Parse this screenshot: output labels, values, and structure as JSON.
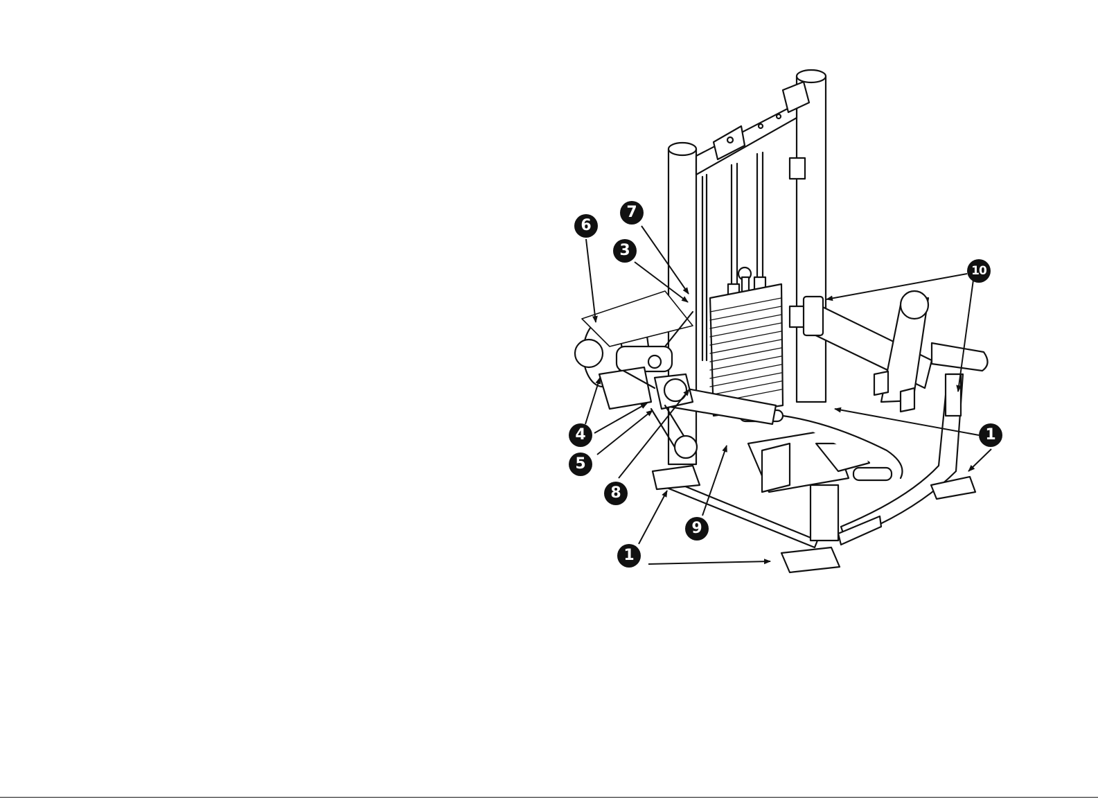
{
  "diagram": {
    "callouts": [
      {
        "id": "c6",
        "label": "6"
      },
      {
        "id": "c7",
        "label": "7"
      },
      {
        "id": "c3",
        "label": "3"
      },
      {
        "id": "c10",
        "label": "10"
      },
      {
        "id": "c1a",
        "label": "1"
      },
      {
        "id": "c4",
        "label": "4"
      },
      {
        "id": "c5",
        "label": "5"
      },
      {
        "id": "c8",
        "label": "8"
      },
      {
        "id": "c9",
        "label": "9"
      },
      {
        "id": "c1b",
        "label": "1"
      }
    ]
  },
  "colors": {
    "ink": "#111111",
    "paper": "#ffffff"
  },
  "icons": [
    "gym-machine-illustration-icon"
  ]
}
